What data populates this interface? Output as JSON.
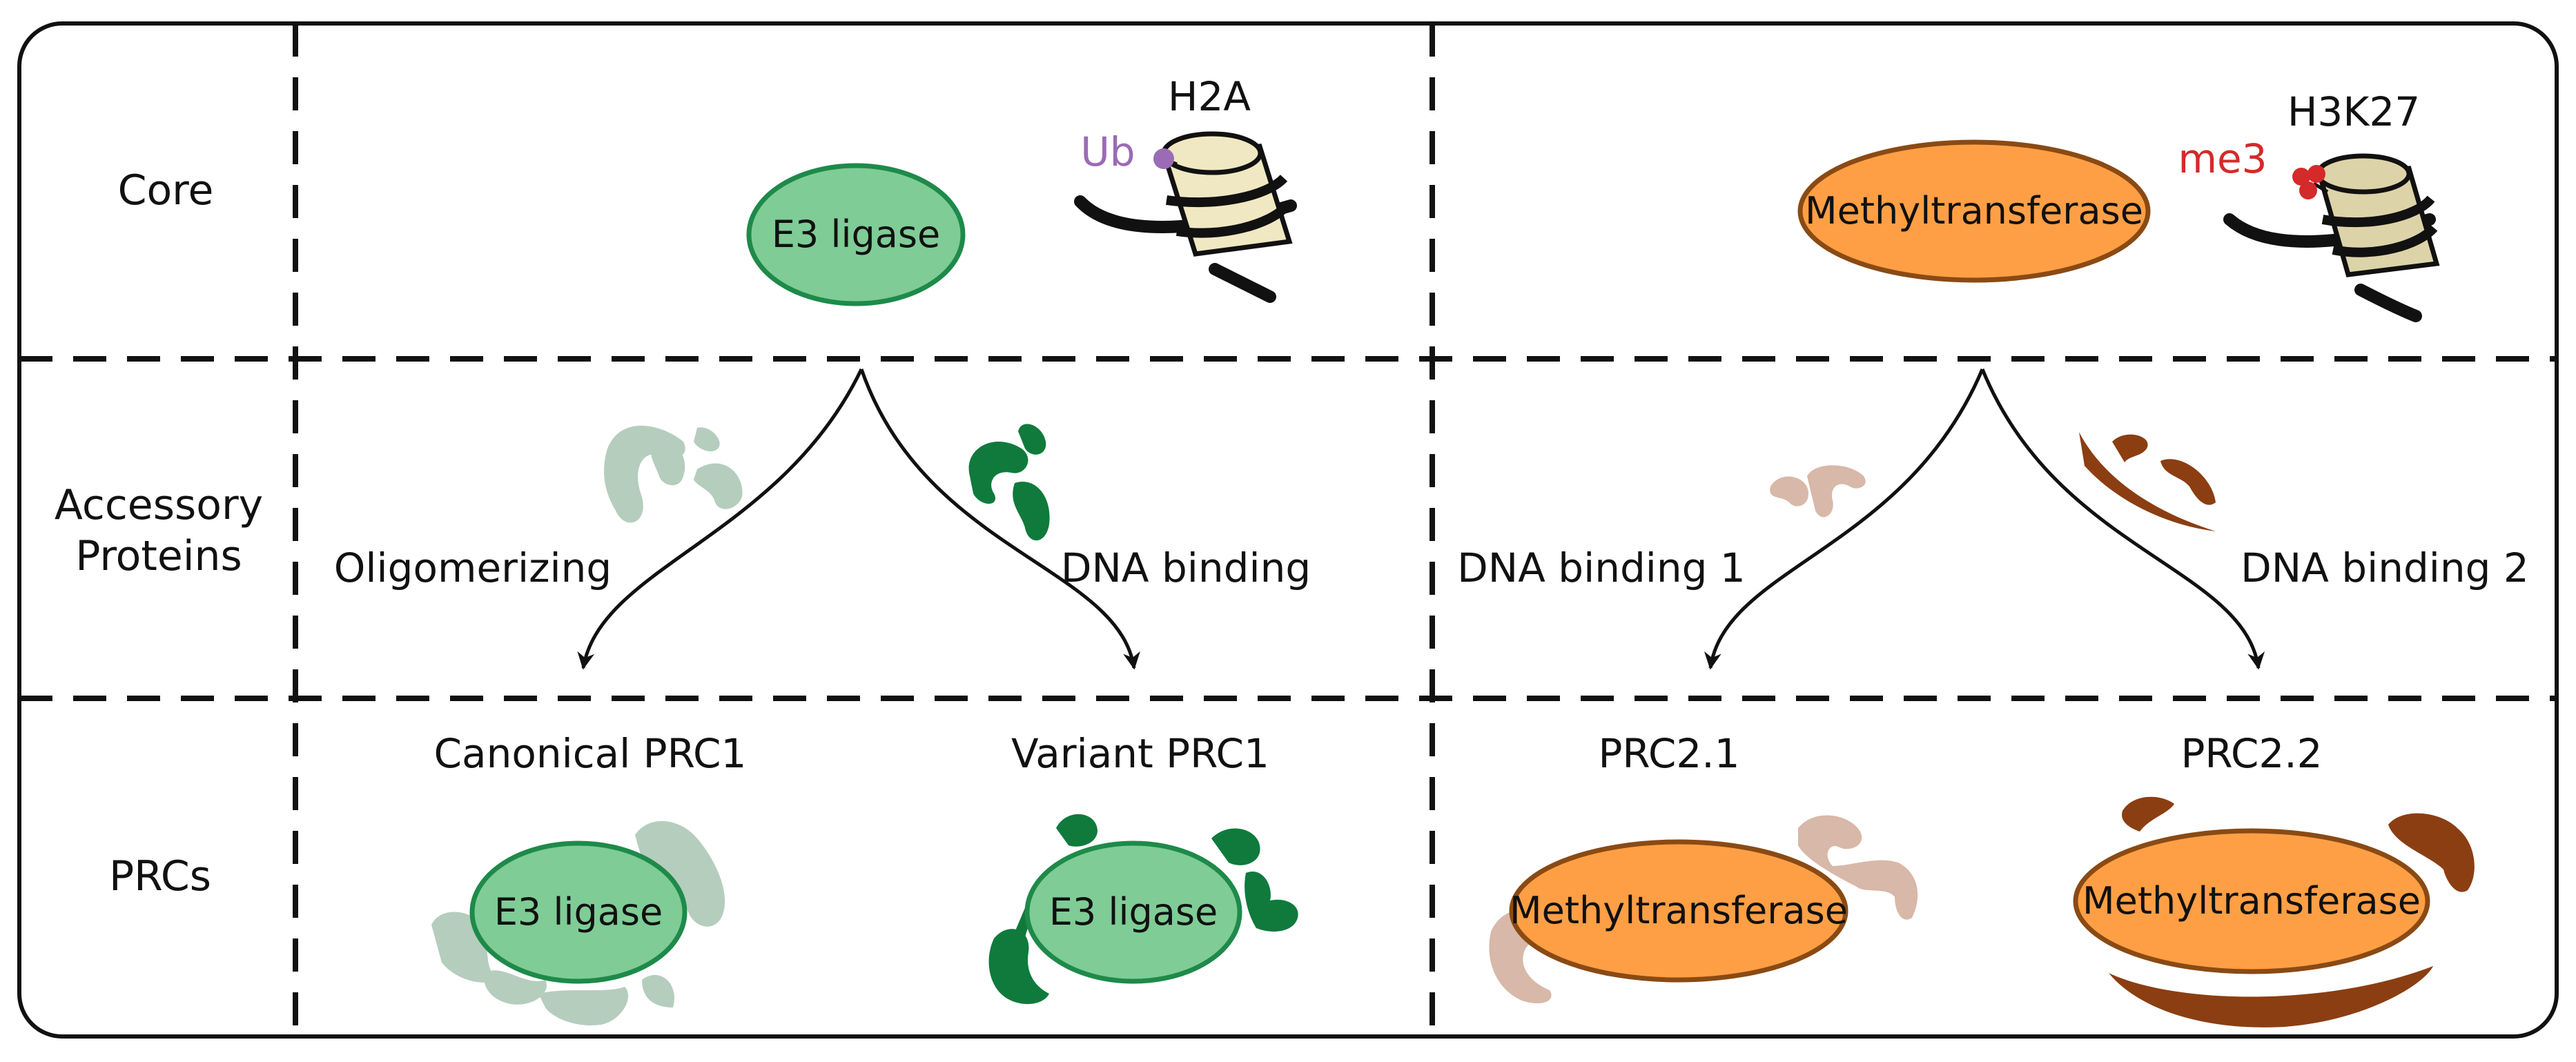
{
  "rows": {
    "core": "Core",
    "accessory_line1": "Accessory",
    "accessory_line2": "Proteins",
    "prcs": "PRCs"
  },
  "prc1": {
    "core_enzyme": "E3 ligase",
    "histone": "H2A",
    "modification": "Ub",
    "accessory_left": "Oligomerizing",
    "accessory_right": "DNA binding",
    "complex_left": "Canonical PRC1",
    "complex_right": "Variant PRC1"
  },
  "prc2": {
    "core_enzyme": "Methyltransferase",
    "histone": "H3K27",
    "modification": "me3",
    "accessory_left": "DNA binding 1",
    "accessory_right": "DNA binding 2",
    "complex_left": "PRC2.1",
    "complex_right": "PRC2.2"
  },
  "colors": {
    "e3_fill": "#7fcc96",
    "e3_stroke": "#1e8a4a",
    "mt_fill": "#ff9f45",
    "mt_stroke": "#8a4a14",
    "oligomerizing": "#b5cdbd",
    "dna_binding": "#0f7a3c",
    "dna_binding_1": "#d8b8a8",
    "dna_binding_2": "#8b3e12",
    "nucleosome_h2a": "#f0e8c2",
    "nucleosome_h3": "#ddd3a8",
    "ub": "#9b6bb5",
    "me3": "#d42a2a"
  }
}
